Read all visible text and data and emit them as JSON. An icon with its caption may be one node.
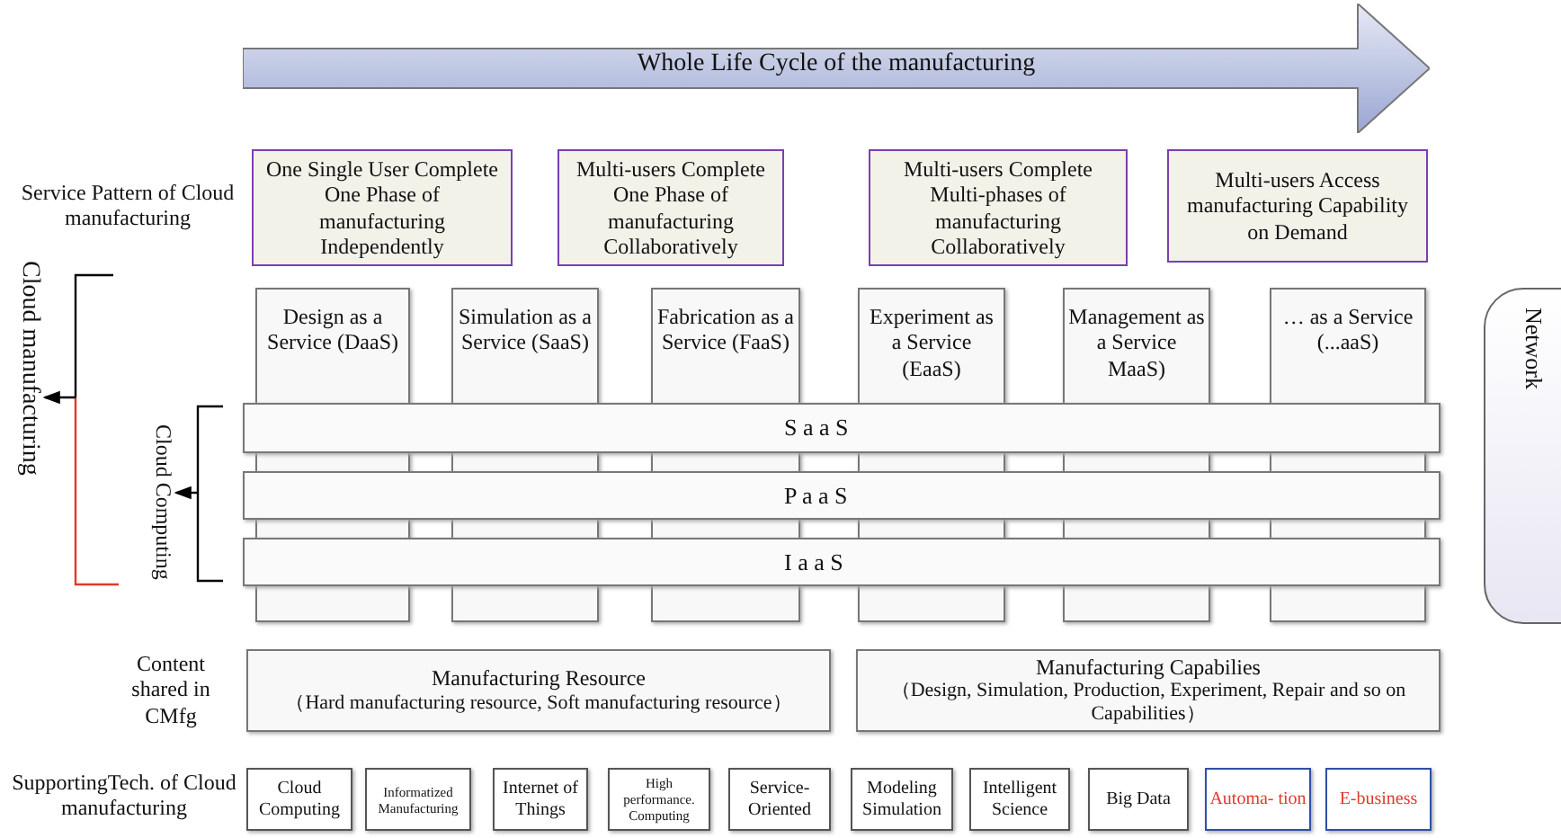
{
  "diagram": {
    "nodes": [
      {
        "text": [
          "Whole Life Cycle of the manufacturing"
        ]
      },
      {
        "text": [
          "One Single User Complete One Phase of manufacturing Independently"
        ]
      },
      {
        "text": [
          "Multi-users Complete One Phase of manufacturing Collaboratively"
        ]
      },
      {
        "text": [
          "Multi-users Complete Multi-phases of manufacturing Collaboratively"
        ]
      },
      {
        "text": [
          "Multi-users Access manufacturing Capability on Demand"
        ]
      },
      {
        "text": [
          "Design as a Service (DaaS)"
        ]
      },
      {
        "text": [
          "Simulation as a Service (SaaS)"
        ]
      },
      {
        "text": [
          "Fabrication as a Service (FaaS)"
        ]
      },
      {
        "text": [
          "Experiment as a Service (EaaS)"
        ]
      },
      {
        "text": [
          "Management as a Service MaaS)"
        ]
      },
      {
        "text": [
          "… as a Service (...aaS)"
        ]
      },
      {
        "text": [
          "S a a S"
        ]
      },
      {
        "text": [
          "P a a S"
        ]
      },
      {
        "text": [
          "I a a S"
        ]
      },
      {
        "text": [
          "Network"
        ]
      },
      {
        "text": [
          "Manufacturing Resource",
          "（Hard manufacturing resource, Soft manufacturing resource）"
        ]
      },
      {
        "text": [
          "Manufacturing Capabilies",
          "（Design, Simulation, Production, Experiment, Repair and so on Capabilities）"
        ]
      },
      {
        "text": [
          "Cloud Computing"
        ]
      },
      {
        "text": [
          "Informatized Manufacturing"
        ]
      },
      {
        "text": [
          "Internet of Things"
        ]
      },
      {
        "text": [
          "High performance. Computing"
        ]
      },
      {
        "text": [
          "Service-Oriented"
        ]
      },
      {
        "text": [
          "Modeling Simulation"
        ]
      },
      {
        "text": [
          "Intelligent Science"
        ]
      },
      {
        "text": [
          "Big Data"
        ]
      },
      {
        "text": [
          "Automa- tion"
        ]
      },
      {
        "text": [
          "E-business"
        ]
      }
    ],
    "edges": [],
    "labels": [
      "Service Pattern of Cloud manufacturing",
      "Cloud manufacturing",
      "Cloud Computing",
      "Content shared in CMfg",
      "SupportingTech. of Cloud manufacturing"
    ]
  }
}
